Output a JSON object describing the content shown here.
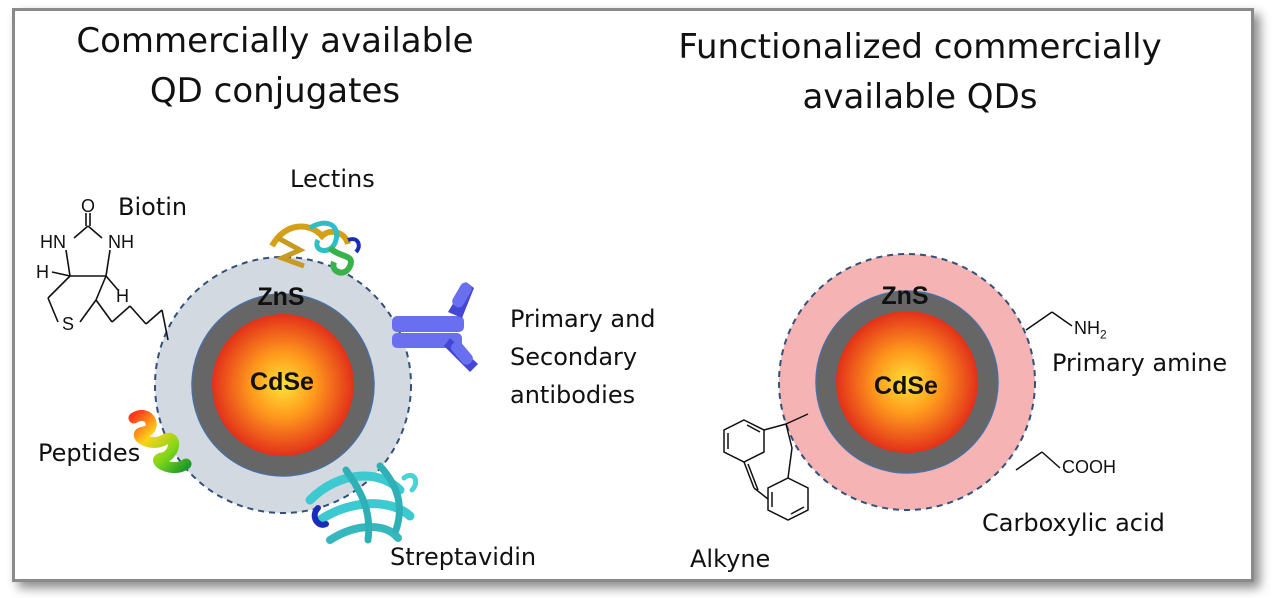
{
  "left_panel": {
    "title_line1": "Commercially available",
    "title_line2": "QD conjugates",
    "shell_label": "ZnS",
    "core_label": "CdSe",
    "labels": {
      "biotin": "Biotin",
      "lectins": "Lectins",
      "antibodies_line1": "Primary and",
      "antibodies_line2": "Secondary",
      "antibodies_line3": "antibodies",
      "peptides": "Peptides",
      "streptavidin": "Streptavidin"
    },
    "biotin_atoms": {
      "o": "O",
      "hn": "HN",
      "nh": "NH",
      "h_left": "H",
      "h_right": "H",
      "s": "S"
    }
  },
  "right_panel": {
    "title_line1": "Functionalized commercially",
    "title_line2": "available QDs",
    "shell_label": "ZnS",
    "core_label": "CdSe",
    "labels": {
      "amine_group": "NH",
      "amine_sub": "2",
      "amine": "Primary amine",
      "carboxyl_group": "COOH",
      "carboxyl": "Carboxylic acid",
      "alkyne": "Alkyne"
    }
  },
  "colors": {
    "left_shell": "#d3d9e1",
    "right_shell": "#f6b3b3",
    "inner_shell": "#666666",
    "core_center": "#ffd21f",
    "core_edge": "#e8361a",
    "dashed_outline": "#33507a",
    "antibody": "#6a6ff0",
    "protein_cyan": "#3cc9cf"
  }
}
